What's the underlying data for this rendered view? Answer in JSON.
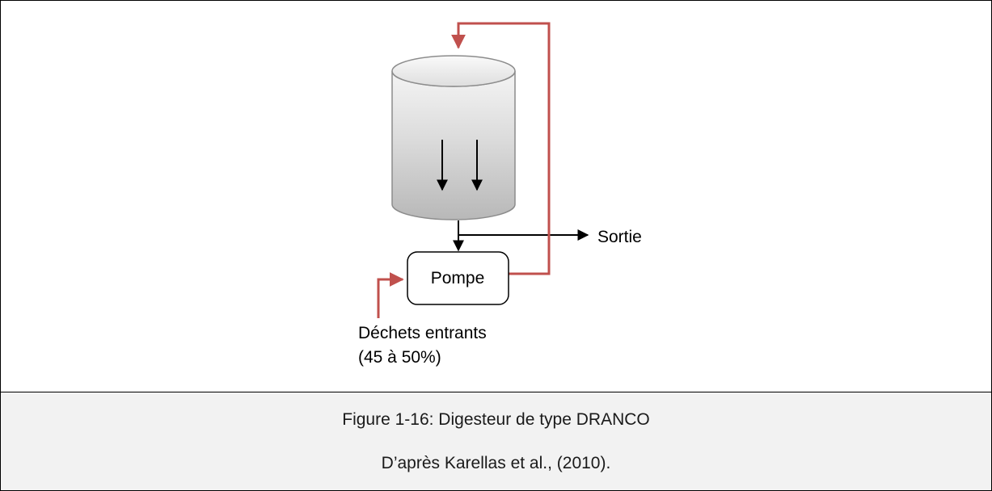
{
  "diagram": {
    "pump_label": "Pompe",
    "output_label": "Sortie",
    "input_label_line1": "Déchets entrants",
    "input_label_line2": "(45 à 50%)",
    "colors": {
      "recirculation": "#c0504d",
      "flow": "#000000",
      "tank_light": "#f2f2f2",
      "tank_dark": "#bdbdbd"
    }
  },
  "caption": {
    "title": "Figure 1-16: Digesteur de type DRANCO",
    "source": "D’après Karellas et al., (2010)."
  }
}
